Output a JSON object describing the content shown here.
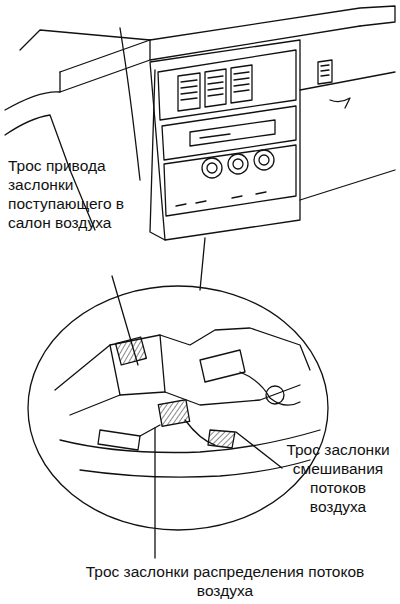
{
  "diagram": {
    "labels": [
      "Трос привода заслонки поступающего в салон воздуха",
      "Трос заслонки смешивания потоков воздуха",
      "Трос заслонки распределения потоков воздуха"
    ]
  }
}
